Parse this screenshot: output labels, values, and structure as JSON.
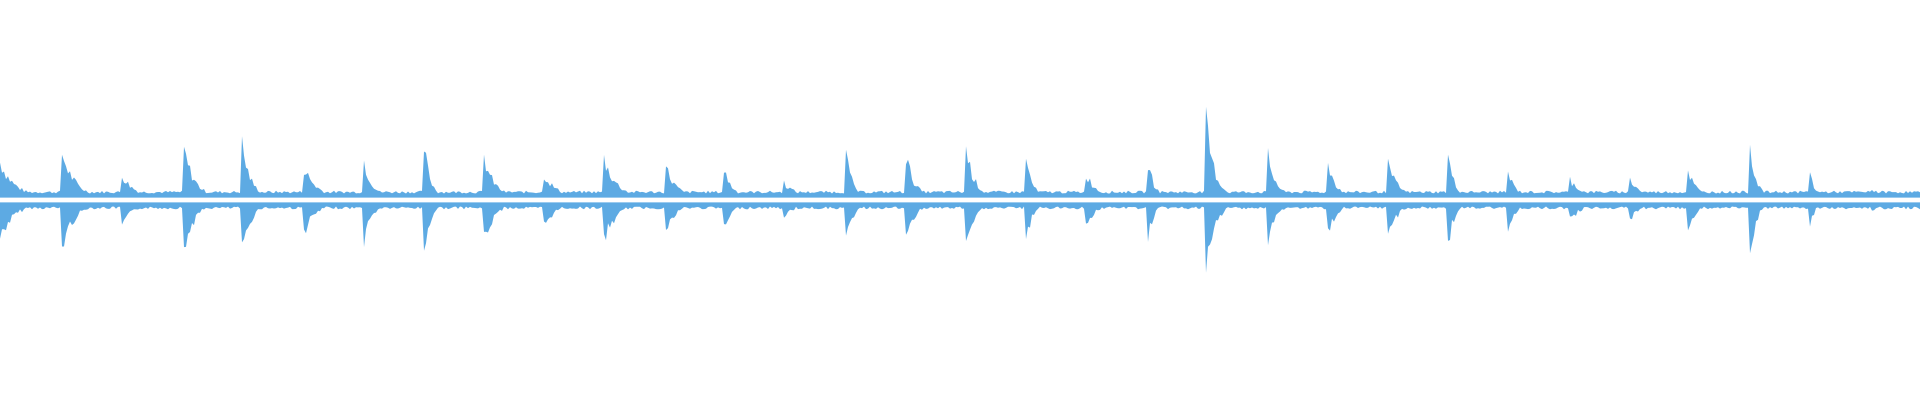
{
  "waveform": {
    "color": "#5DAAE3",
    "background": "#FFFFFF",
    "baseline_gap": 0.06,
    "onsets": [
      {
        "t": 0.0,
        "amp": 0.32,
        "decay": 0.7
      },
      {
        "t": 0.032,
        "amp": 0.42,
        "decay": 0.6
      },
      {
        "t": 0.063,
        "amp": 0.22,
        "decay": 0.6
      },
      {
        "t": 0.095,
        "amp": 0.5,
        "decay": 0.5
      },
      {
        "t": 0.126,
        "amp": 0.48,
        "decay": 0.4
      },
      {
        "t": 0.158,
        "amp": 0.28,
        "decay": 0.6
      },
      {
        "t": 0.189,
        "amp": 0.38,
        "decay": 0.4
      },
      {
        "t": 0.22,
        "amp": 0.6,
        "decay": 0.3
      },
      {
        "t": 0.252,
        "amp": 0.36,
        "decay": 0.5
      },
      {
        "t": 0.283,
        "amp": 0.22,
        "decay": 0.6
      },
      {
        "t": 0.314,
        "amp": 0.38,
        "decay": 0.6
      },
      {
        "t": 0.346,
        "amp": 0.32,
        "decay": 0.5
      },
      {
        "t": 0.377,
        "amp": 0.26,
        "decay": 0.4
      },
      {
        "t": 0.408,
        "amp": 0.14,
        "decay": 0.6
      },
      {
        "t": 0.44,
        "amp": 0.48,
        "decay": 0.3
      },
      {
        "t": 0.471,
        "amp": 0.46,
        "decay": 0.4
      },
      {
        "t": 0.503,
        "amp": 0.46,
        "decay": 0.4
      },
      {
        "t": 0.534,
        "amp": 0.4,
        "decay": 0.3
      },
      {
        "t": 0.565,
        "amp": 0.24,
        "decay": 0.5
      },
      {
        "t": 0.597,
        "amp": 0.42,
        "decay": 0.3
      },
      {
        "t": 0.628,
        "amp": 0.7,
        "decay": 0.4
      },
      {
        "t": 0.66,
        "amp": 0.4,
        "decay": 0.4
      },
      {
        "t": 0.691,
        "amp": 0.36,
        "decay": 0.4
      },
      {
        "t": 0.722,
        "amp": 0.34,
        "decay": 0.5
      },
      {
        "t": 0.754,
        "amp": 0.4,
        "decay": 0.3
      },
      {
        "t": 0.785,
        "amp": 0.24,
        "decay": 0.4
      },
      {
        "t": 0.817,
        "amp": 0.18,
        "decay": 0.6
      },
      {
        "t": 0.848,
        "amp": 0.2,
        "decay": 0.5
      },
      {
        "t": 0.879,
        "amp": 0.26,
        "decay": 0.4
      },
      {
        "t": 0.911,
        "amp": 0.54,
        "decay": 0.3
      },
      {
        "t": 0.942,
        "amp": 0.36,
        "decay": 0.2
      },
      {
        "t": 0.974,
        "amp": 0.08,
        "decay": 0.8
      }
    ]
  }
}
